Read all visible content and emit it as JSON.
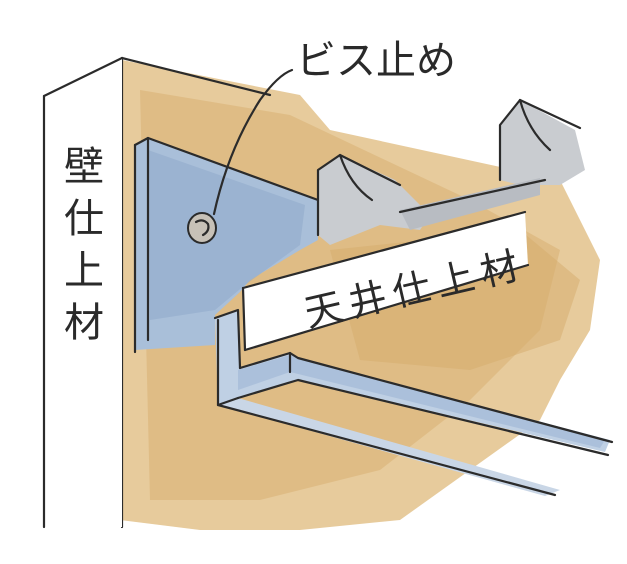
{
  "labels": {
    "wall_chars": [
      "壁",
      "仕",
      "上",
      "材"
    ],
    "screw": "ビス止め",
    "ceiling_chars": [
      "天",
      "井",
      "仕",
      "上",
      "材"
    ]
  },
  "colors": {
    "wall_paint": "#e2c08a",
    "wall_paint_dark": "#d3aa6c",
    "metal_blue": "#a9bfd9",
    "metal_blue_light": "#cfdcea",
    "metal_grey": "#c9ccd0",
    "ink": "#2b2b2b"
  },
  "icons": {
    "screw": "screw-icon"
  }
}
